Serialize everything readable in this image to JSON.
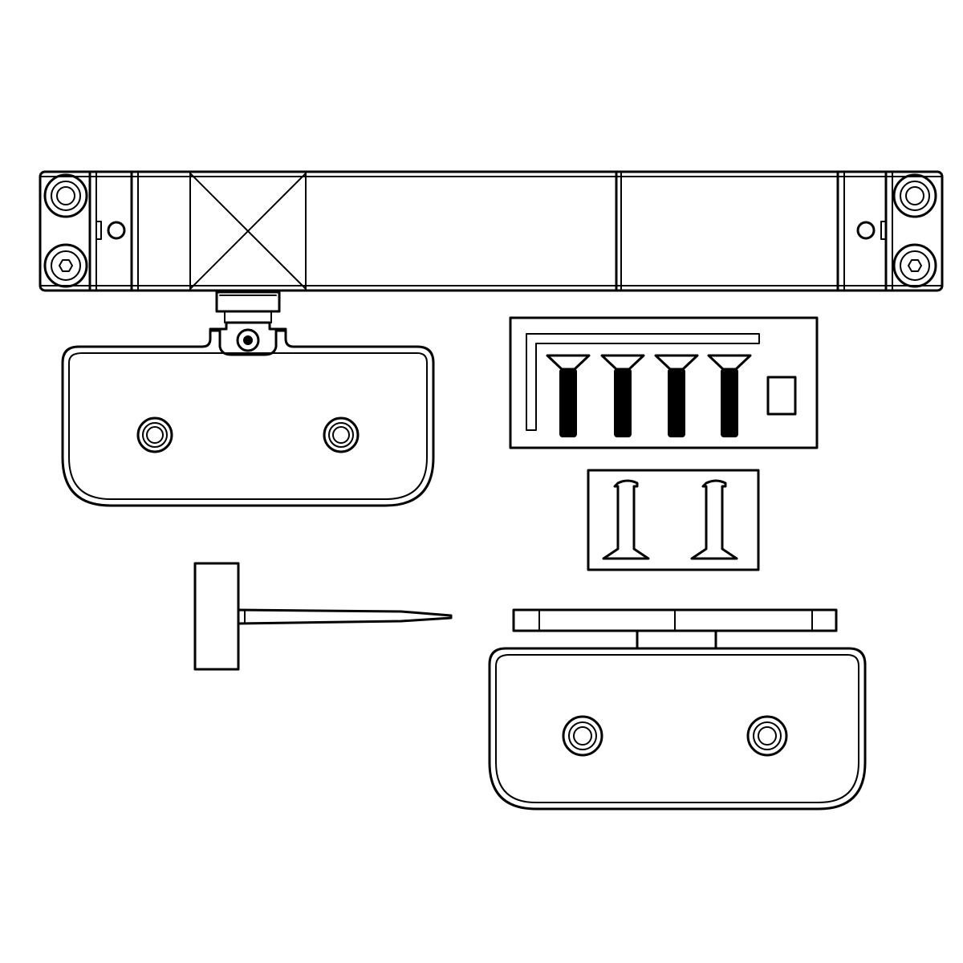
{
  "diagram": {
    "type": "exploded-parts-drawing",
    "background_color": "#ffffff",
    "line_color": "#000000",
    "parts": [
      "top-rail",
      "top-clamp-bracket",
      "screw-pack-four",
      "screw-pack-two",
      "alignment-pin",
      "bottom-clamp-bracket"
    ]
  }
}
